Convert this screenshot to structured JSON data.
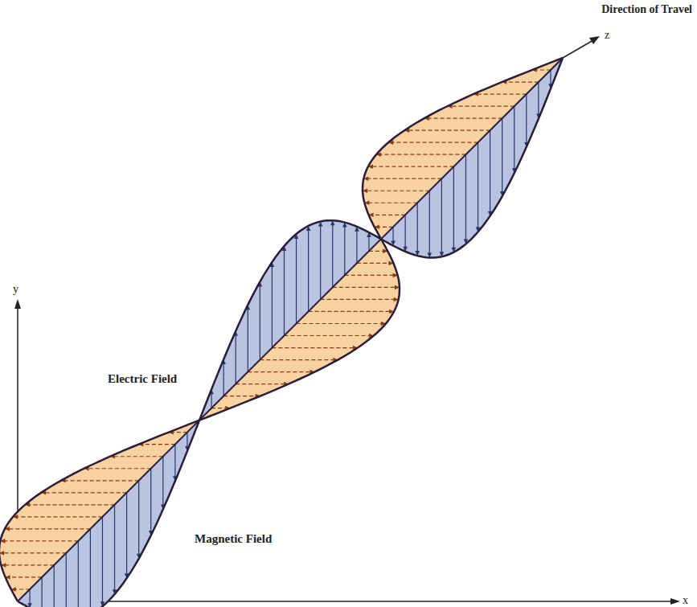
{
  "diagram": {
    "labels": [
      "Direction of Travel",
      "z",
      "y",
      "Electric Field",
      "Magnetic Field",
      "x"
    ]
  }
}
